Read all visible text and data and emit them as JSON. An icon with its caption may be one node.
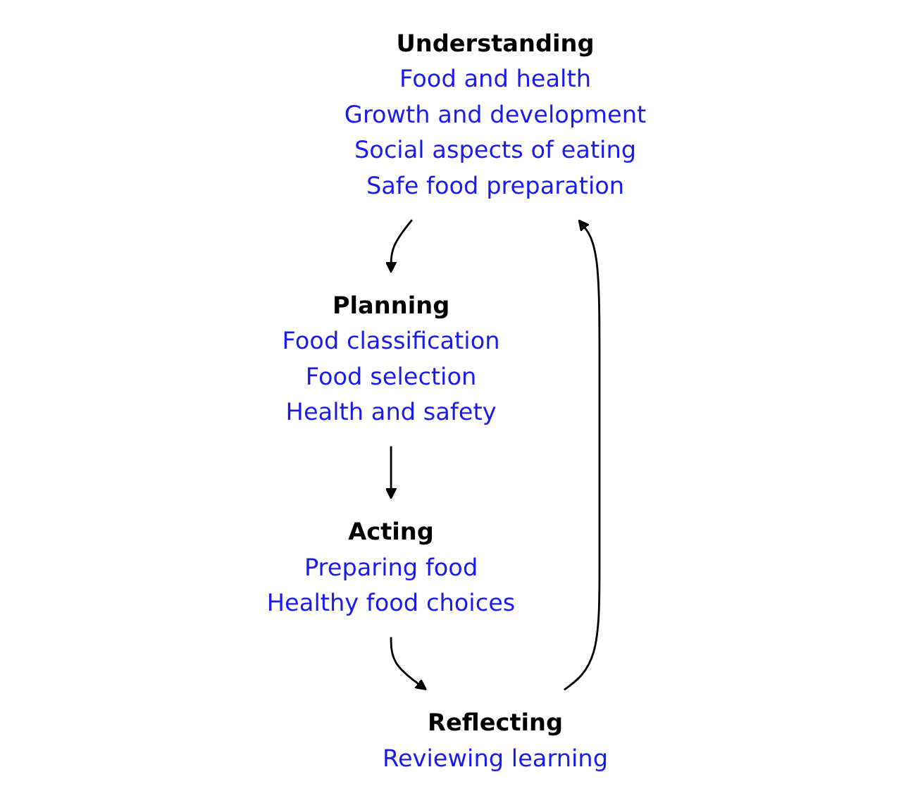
{
  "diagram": {
    "nodes": [
      {
        "text": [
          "Understanding",
          "Food and health",
          "Growth and development",
          "Social aspects of eating",
          "Safe food preparation"
        ]
      },
      {
        "text": [
          "Planning",
          "Food classification",
          "Food selection",
          "Health and safety"
        ]
      },
      {
        "text": [
          "Acting",
          "Preparing food",
          "Healthy food choices"
        ]
      },
      {
        "text": [
          "Reflecting",
          "Reviewing learning"
        ]
      }
    ],
    "edges": [
      {
        "from": 0,
        "to": 1,
        "arrow": "to"
      },
      {
        "from": 1,
        "to": 2,
        "arrow": "to"
      },
      {
        "from": 2,
        "to": 3,
        "arrow": "to"
      },
      {
        "from": 3,
        "to": 0,
        "arrow": "to"
      }
    ]
  }
}
